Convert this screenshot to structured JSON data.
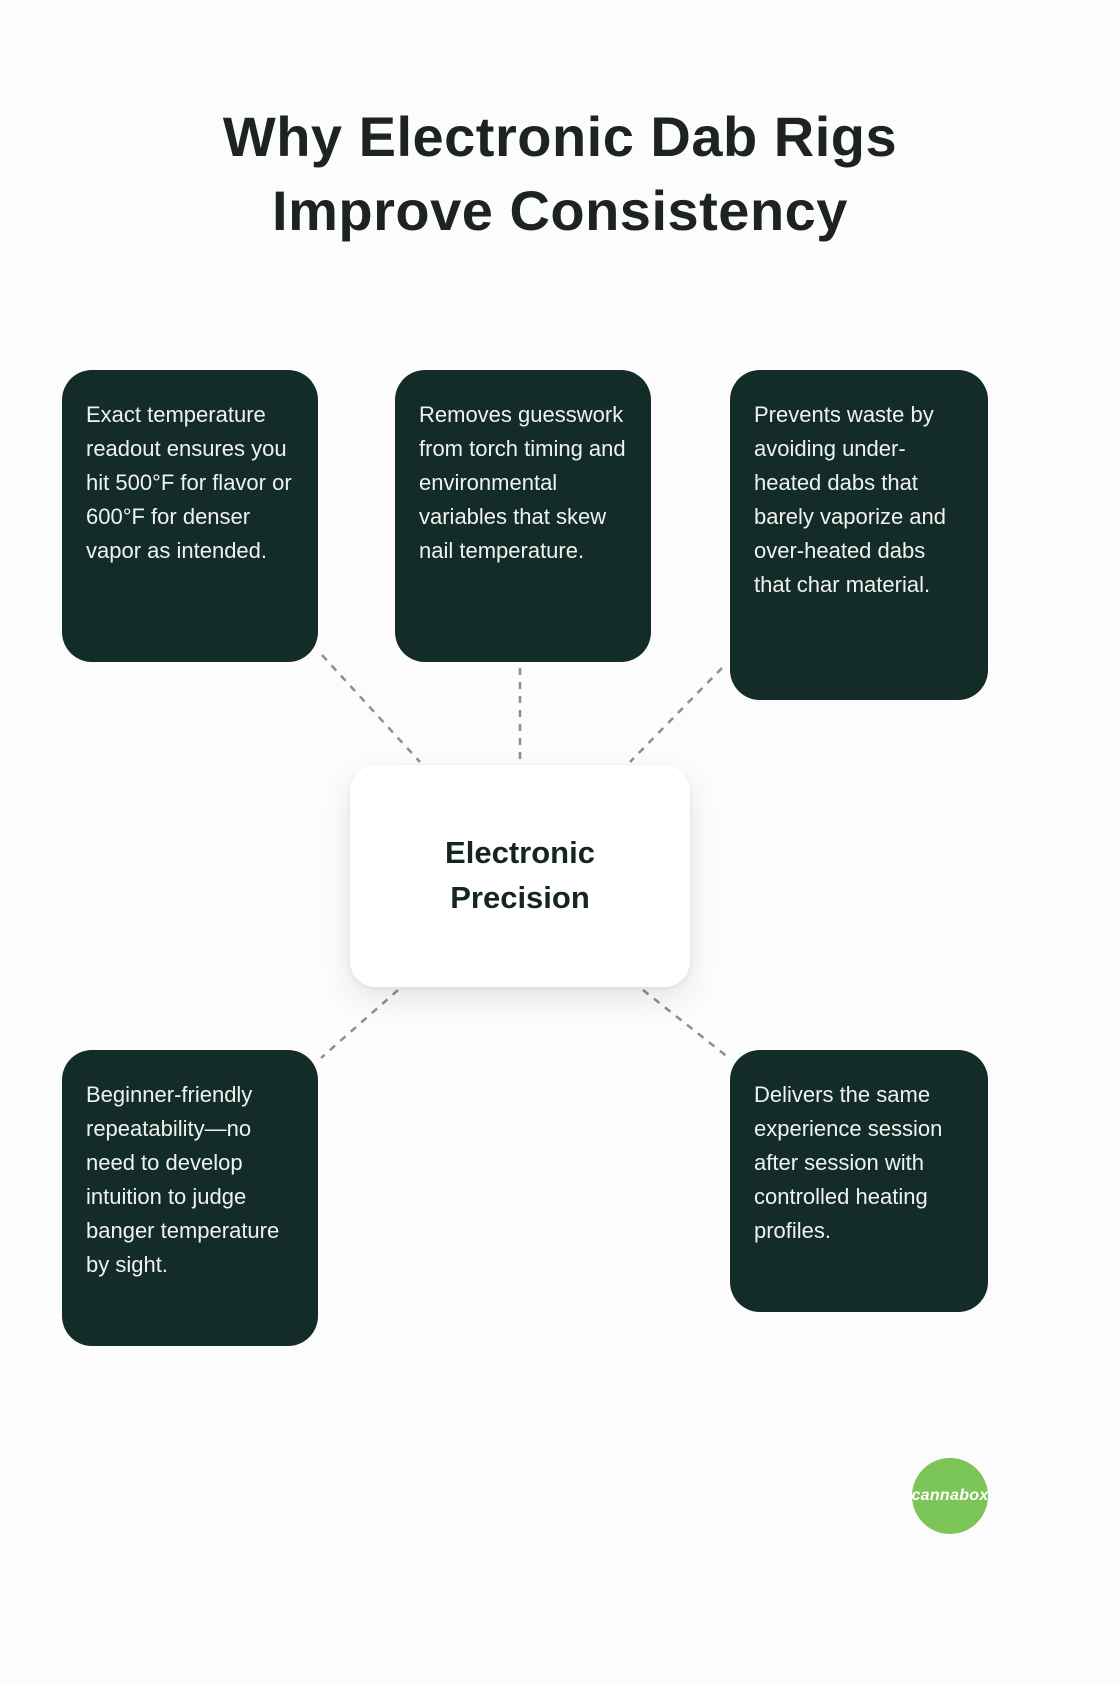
{
  "title": {
    "lines": [
      "Why Electronic Dab Rigs",
      "Improve Consistency"
    ]
  },
  "center": {
    "label": "Electronic Precision"
  },
  "nodes": [
    {
      "position": "top-left",
      "text": "Exact temperature readout ensures you hit 500°F for flavor or 600°F for denser vapor as intended."
    },
    {
      "position": "top-center",
      "text": "Removes guesswork from torch timing and environmental variables that skew nail temperature."
    },
    {
      "position": "top-right",
      "text": "Prevents waste by avoiding under-heated dabs that barely vaporize and over-heated dabs that char material."
    },
    {
      "position": "bottom-left",
      "text": "Beginner-friendly repeatability—no need to develop intuition to judge banger temperature by sight."
    },
    {
      "position": "bottom-right",
      "text": "Delivers the same experience session after session with controlled heating profiles."
    }
  ],
  "logo": {
    "label": "cannabox"
  },
  "colors": {
    "node_background": "#142c27",
    "node_text": "#eef2f1",
    "center_background": "#ffffff",
    "center_text": "#152620",
    "title_text": "#1d2320",
    "connector": "#8b8f8d",
    "logo_background": "#7cc558",
    "logo_text": "#ffffff"
  }
}
